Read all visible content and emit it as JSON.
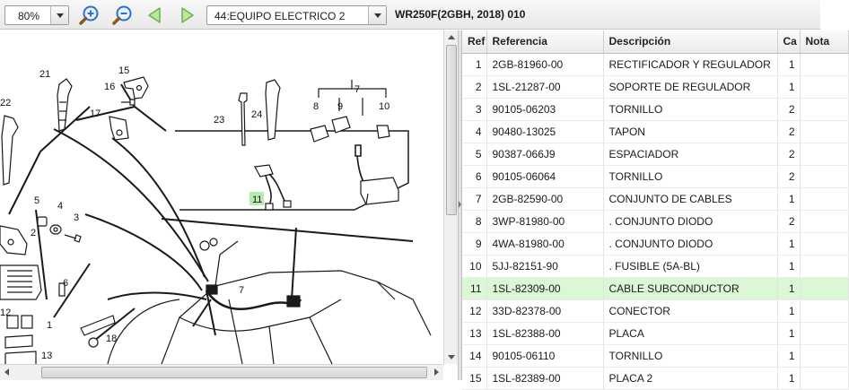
{
  "toolbar": {
    "zoom_value": "80%",
    "section_value": "44:EQUIPO ELECTRICO 2",
    "model_title": "WR250F(2GBH, 2018) 010",
    "icons": [
      "zoom-in-icon",
      "zoom-out-icon",
      "previous-arrow-icon",
      "next-arrow-icon"
    ],
    "accent_colors": {
      "zoom_icons": "#2f6fd0",
      "nav_arrows": "#8fd46a",
      "selected_row": "#dcf7d6",
      "callout_highlight": "#b7ecb0"
    }
  },
  "diagram": {
    "callouts": [
      "1",
      "2",
      "3",
      "4",
      "5",
      "6",
      "7",
      "8",
      "9",
      "10",
      "11",
      "12",
      "13",
      "15",
      "16",
      "17",
      "18",
      "21",
      "22",
      "23",
      "24"
    ],
    "highlighted_callout": "11"
  },
  "table": {
    "headers": {
      "ref": "Ref",
      "reference": "Referencia",
      "description": "Descripción",
      "qty": "Ca",
      "notes": "Nota"
    },
    "selected_ref": "11",
    "rows": [
      {
        "ref": "1",
        "reference": "2GB-81960-00",
        "description": "RECTIFICADOR Y REGULADOR",
        "qty": "1",
        "notes": ""
      },
      {
        "ref": "2",
        "reference": "1SL-21287-00",
        "description": "SOPORTE  DE REGULADOR",
        "qty": "1",
        "notes": ""
      },
      {
        "ref": "3",
        "reference": "90105-06203",
        "description": "TORNILLO",
        "qty": "2",
        "notes": ""
      },
      {
        "ref": "4",
        "reference": "90480-13025",
        "description": "TAPON",
        "qty": "2",
        "notes": ""
      },
      {
        "ref": "5",
        "reference": "90387-066J9",
        "description": "ESPACIADOR",
        "qty": "2",
        "notes": ""
      },
      {
        "ref": "6",
        "reference": "90105-06064",
        "description": "TORNILLO",
        "qty": "2",
        "notes": ""
      },
      {
        "ref": "7",
        "reference": "2GB-82590-00",
        "description": "CONJUNTO DE CABLES",
        "qty": "1",
        "notes": ""
      },
      {
        "ref": "8",
        "reference": "3WP-81980-00",
        "description": ". CONJUNTO DIODO",
        "qty": "2",
        "notes": ""
      },
      {
        "ref": "9",
        "reference": "4WA-81980-00",
        "description": ". CONJUNTO DIODO",
        "qty": "1",
        "notes": ""
      },
      {
        "ref": "10",
        "reference": "5JJ-82151-90",
        "description": ". FUSIBLE (5A-BL)",
        "qty": "1",
        "notes": ""
      },
      {
        "ref": "11",
        "reference": "1SL-82309-00",
        "description": "CABLE SUBCONDUCTOR",
        "qty": "1",
        "notes": ""
      },
      {
        "ref": "12",
        "reference": "33D-82378-00",
        "description": "CONECTOR",
        "qty": "1",
        "notes": ""
      },
      {
        "ref": "13",
        "reference": "1SL-82388-00",
        "description": "PLACA",
        "qty": "1",
        "notes": ""
      },
      {
        "ref": "14",
        "reference": "90105-06110",
        "description": "TORNILLO",
        "qty": "1",
        "notes": ""
      },
      {
        "ref": "15",
        "reference": "1SL-82389-00",
        "description": "PLACA 2",
        "qty": "1",
        "notes": ""
      }
    ]
  }
}
